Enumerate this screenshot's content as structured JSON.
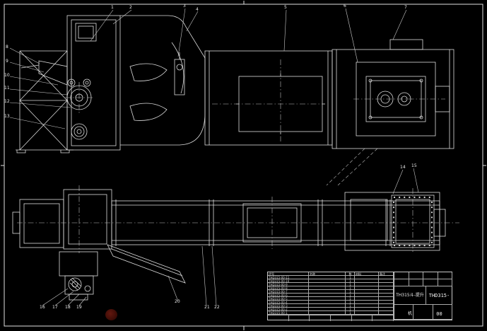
{
  "sheet": {
    "title": "TH315斗-提升机",
    "drawing_number": "THD315-00"
  },
  "bom": {
    "columns": [
      "代号",
      "名称",
      "数",
      "材料",
      "备注"
    ],
    "rows": [
      {
        "code": "THD315-00-11",
        "name": "",
        "qty": "1",
        "material": "",
        "remark": ""
      },
      {
        "code": "THD315-00-10",
        "name": "",
        "qty": "1",
        "material": "",
        "remark": ""
      },
      {
        "code": "THD315-00-9",
        "name": "",
        "qty": "1",
        "material": "",
        "remark": ""
      },
      {
        "code": "THD315-00-8",
        "name": "",
        "qty": "1",
        "material": "",
        "remark": ""
      },
      {
        "code": "THD315-00-7",
        "name": "",
        "qty": "1",
        "material": "",
        "remark": ""
      },
      {
        "code": "THD315-00-6",
        "name": "",
        "qty": "1",
        "material": "",
        "remark": ""
      },
      {
        "code": "THD315-00-5",
        "name": "",
        "qty": "1",
        "material": "",
        "remark": ""
      },
      {
        "code": "THD315-00-4",
        "name": "",
        "qty": "1",
        "material": "",
        "remark": ""
      },
      {
        "code": "THD315-00-3",
        "name": "",
        "qty": "1",
        "material": "",
        "remark": ""
      },
      {
        "code": "THD315-00-2",
        "name": "",
        "qty": "1",
        "material": "",
        "remark": ""
      },
      {
        "code": "THD315-00-1",
        "name": "",
        "qty": "1",
        "material": "",
        "remark": ""
      }
    ]
  },
  "callouts": {
    "top": [
      "1",
      "2",
      "3",
      "4",
      "5",
      "6",
      "7"
    ],
    "left": [
      "8",
      "9",
      "10",
      "11",
      "12",
      "13"
    ],
    "right": [
      "14",
      "15"
    ],
    "bottom": [
      "16",
      "17",
      "18",
      "19",
      "20",
      "21",
      "22"
    ]
  },
  "colors": {
    "background": "#000000",
    "line": "#dcdcdc",
    "stamp": "#5a120c"
  }
}
